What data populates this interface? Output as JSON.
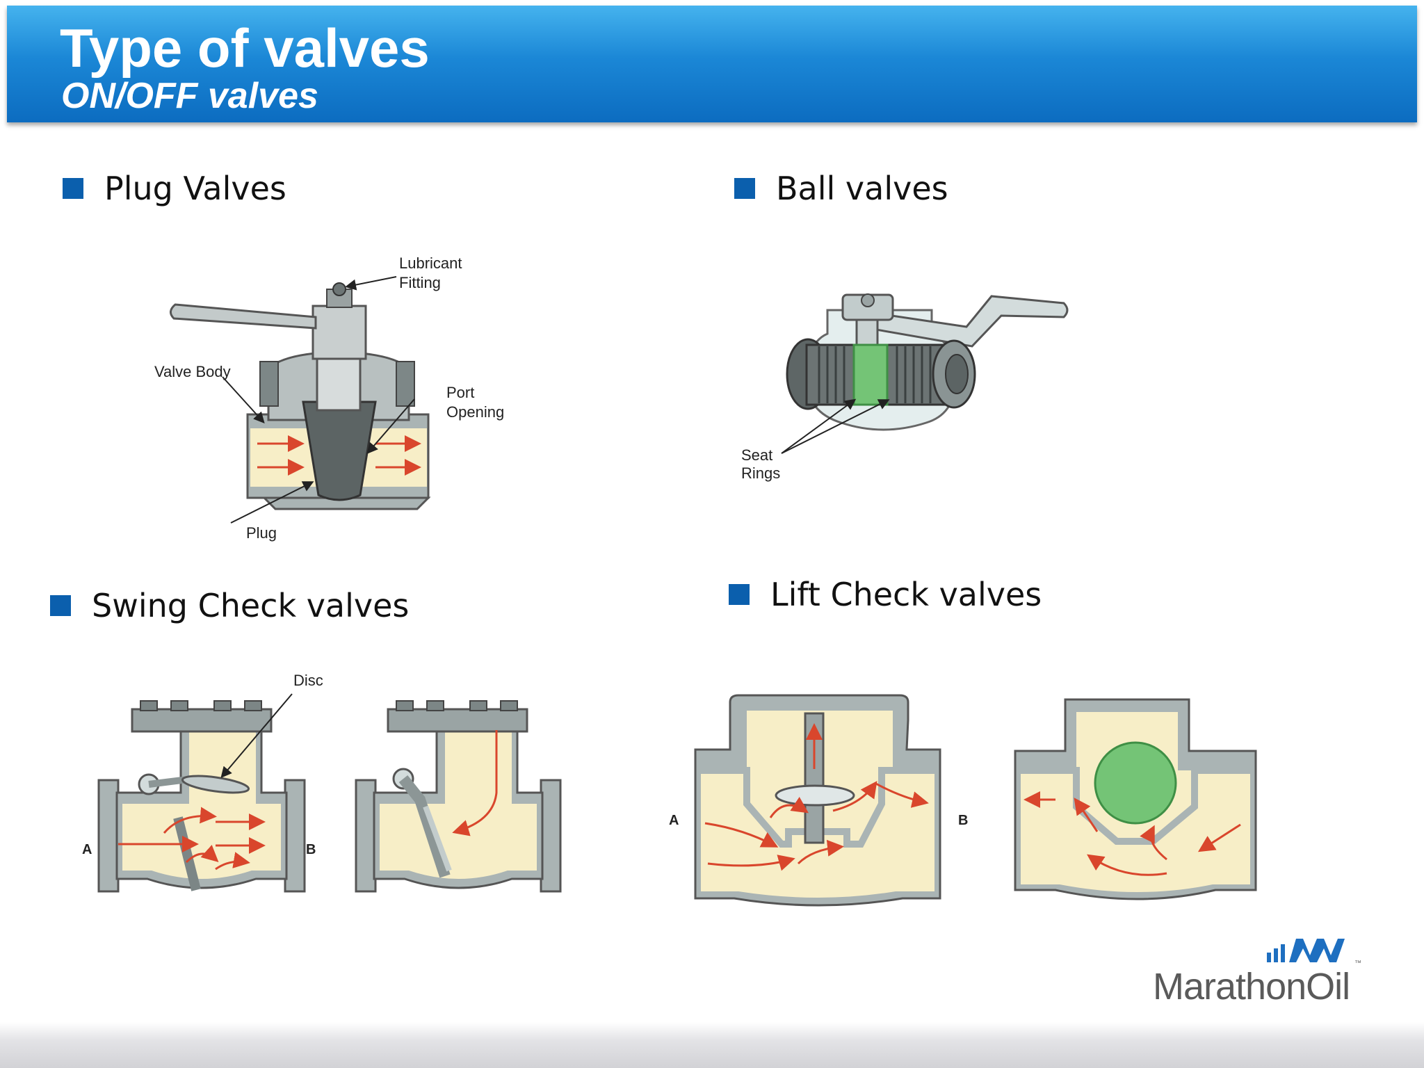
{
  "header": {
    "title": "Type of valves",
    "subtitle": "ON/OFF valves"
  },
  "sections": {
    "plug": {
      "label": "Plug Valves"
    },
    "ball": {
      "label": "Ball valves"
    },
    "swing": {
      "label": "Swing Check valves"
    },
    "lift": {
      "label": "Lift Check valves"
    }
  },
  "plug_diagram": {
    "lubricant_1": "Lubricant",
    "lubricant_2": "Fitting",
    "valve_body": "Valve Body",
    "port_1": "Port",
    "port_2": "Opening",
    "plug": "Plug"
  },
  "ball_diagram": {
    "seat_1": "Seat",
    "seat_2": "Rings"
  },
  "swing_diagram": {
    "disc": "Disc",
    "a": "A",
    "b": "B"
  },
  "lift_diagram": {
    "a": "A",
    "b": "B"
  },
  "logo": {
    "text": "MarathonOil",
    "tm": "™"
  },
  "colors": {
    "header": "#1b87d6",
    "bullet": "#0b5fad",
    "metal": "#aab4b4",
    "fluid": "#f7eec7",
    "seat": "#74c476"
  }
}
